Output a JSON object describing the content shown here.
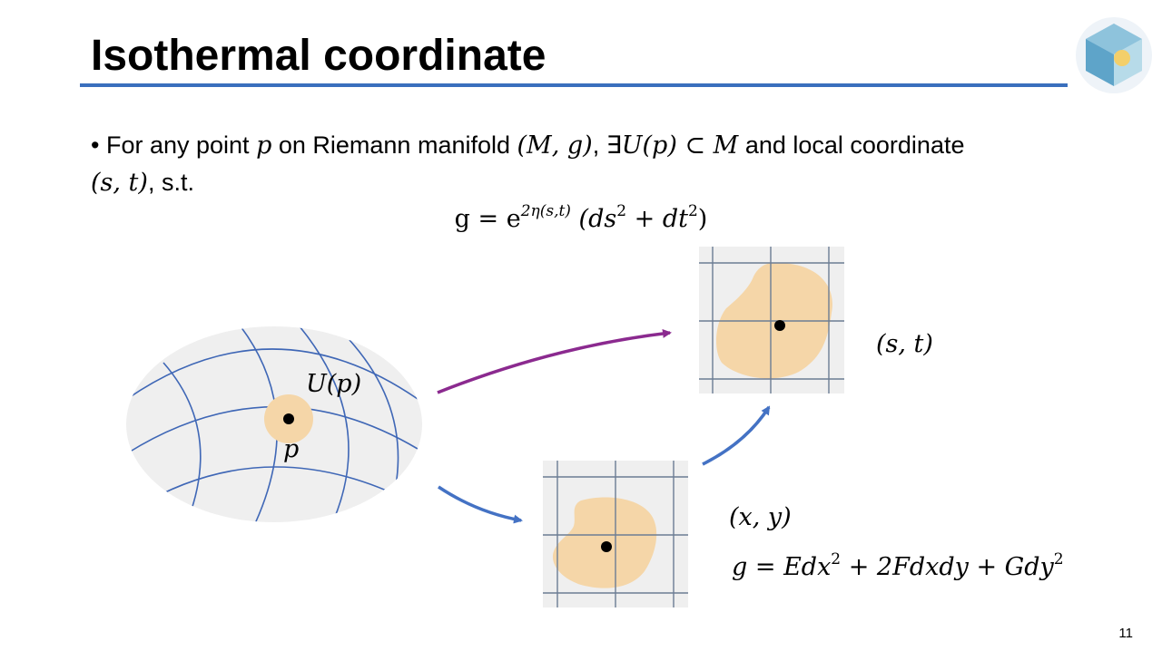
{
  "slide": {
    "title": "Isothermal coordinate",
    "page_number": "11"
  },
  "bullet": {
    "marker": "•",
    "text_1": "For any point ",
    "p": "p",
    "text_2": " on Riemann manifold ",
    "manifold": "(M, g)",
    "text_3": ", ∃",
    "U_p": "U(p)",
    "subset": " ⊂ ",
    "M": "M",
    "text_4": " and local coordinate ",
    "coord": "(s, t)",
    "text_5": ", s.t."
  },
  "equation_top": {
    "lhs": "g = e",
    "exponent": "2η(s,t)",
    "rhs_open": " (ds",
    "sq1": "2",
    "mid": " + dt",
    "sq2": "2",
    "rhs_close": ")"
  },
  "figure": {
    "manifold_label_region": "U(p)",
    "manifold_label_point": "p",
    "iso_label": "(s, t)",
    "local_label": "(x, y)",
    "metric": {
      "lhs": "g = Edx",
      "sq1": "2",
      "mid1": " + 2Fdxdy + Gdy",
      "sq2": "2"
    }
  },
  "colors": {
    "title_rule": "#3a6fbd",
    "grid_line": "#3f67b6",
    "region_fill": "#f5d6a8",
    "panel_bg": "#efefef",
    "arrow_purple": "#8b2a8f",
    "arrow_blue": "#4472c4"
  },
  "icons": {
    "logo": "cube-logo-icon"
  }
}
